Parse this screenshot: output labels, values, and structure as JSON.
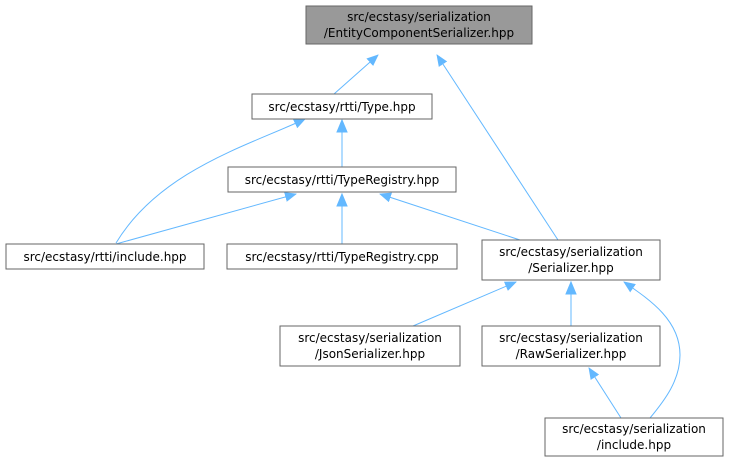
{
  "graph": {
    "colors": {
      "edge": "#63b8ff",
      "node_border": "#666666",
      "root_fill": "#999999",
      "node_fill": "#ffffff"
    },
    "nodes": {
      "entity_component_serializer": {
        "lines": [
          "src/ecstasy/serialization",
          "/EntityComponentSerializer.hpp"
        ]
      },
      "type_hpp": {
        "lines": [
          "src/ecstasy/rtti/Type.hpp"
        ]
      },
      "type_registry_hpp": {
        "lines": [
          "src/ecstasy/rtti/TypeRegistry.hpp"
        ]
      },
      "rtti_include_hpp": {
        "lines": [
          "src/ecstasy/rtti/include.hpp"
        ]
      },
      "type_registry_cpp": {
        "lines": [
          "src/ecstasy/rtti/TypeRegistry.cpp"
        ]
      },
      "serializer_hpp": {
        "lines": [
          "src/ecstasy/serialization",
          "/Serializer.hpp"
        ]
      },
      "json_serializer_hpp": {
        "lines": [
          "src/ecstasy/serialization",
          "/JsonSerializer.hpp"
        ]
      },
      "raw_serializer_hpp": {
        "lines": [
          "src/ecstasy/serialization",
          "/RawSerializer.hpp"
        ]
      },
      "serialization_include_hpp": {
        "lines": [
          "src/ecstasy/serialization",
          "/include.hpp"
        ]
      }
    },
    "edges": [
      {
        "from": "type_hpp",
        "to": "entity_component_serializer"
      },
      {
        "from": "serializer_hpp",
        "to": "entity_component_serializer"
      },
      {
        "from": "type_registry_hpp",
        "to": "type_hpp"
      },
      {
        "from": "rtti_include_hpp",
        "to": "type_hpp"
      },
      {
        "from": "rtti_include_hpp",
        "to": "type_registry_hpp"
      },
      {
        "from": "type_registry_cpp",
        "to": "type_registry_hpp"
      },
      {
        "from": "serializer_hpp",
        "to": "type_registry_hpp"
      },
      {
        "from": "json_serializer_hpp",
        "to": "serializer_hpp"
      },
      {
        "from": "raw_serializer_hpp",
        "to": "serializer_hpp"
      },
      {
        "from": "serialization_include_hpp",
        "to": "serializer_hpp"
      },
      {
        "from": "serialization_include_hpp",
        "to": "raw_serializer_hpp"
      }
    ]
  }
}
